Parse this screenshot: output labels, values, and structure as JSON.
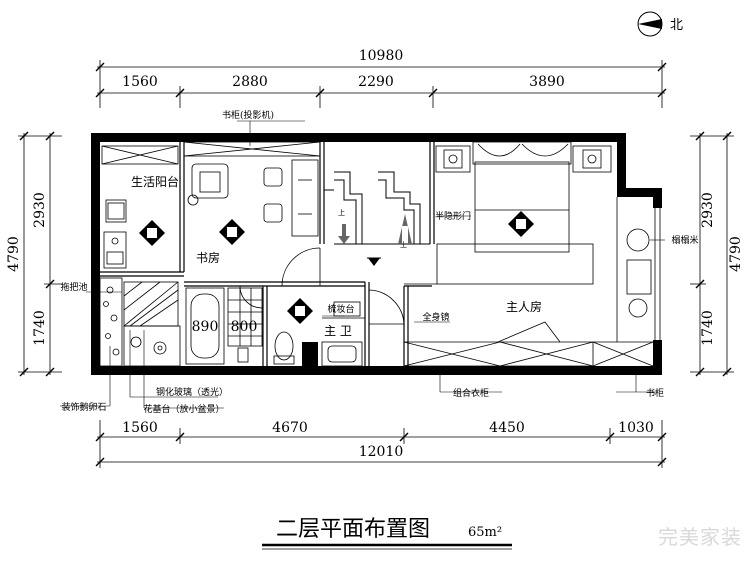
{
  "north_label": "北",
  "dims": {
    "top_total": "10980",
    "top_parts": [
      "1560",
      "2880",
      "2290",
      "3890"
    ],
    "bottom_parts": [
      "1560",
      "4670",
      "4450",
      "1030"
    ],
    "bottom_total": "12010",
    "left_total": "4790",
    "left_parts": [
      "2930",
      "1740"
    ],
    "right_total": "4790",
    "right_parts": [
      "2930",
      "1740"
    ],
    "bath_widths": [
      "890",
      "800"
    ]
  },
  "rooms": {
    "balcony": "生活阳台",
    "study": "书房",
    "master": "主人房",
    "bath": "主 卫"
  },
  "labels": {
    "bookcase_projector": "书柜(投影机)",
    "half_hidden_door": "半隐形门",
    "tatami": "榻榻米",
    "mop_sink": "拖把池",
    "vanity": "梳妆台",
    "mirror": "全身镜",
    "combo_wardrobe": "组合衣柜",
    "bookcase": "书柜",
    "decor_stone": "装饰鹅卵石",
    "glass_skylight": "钢化玻璃（透光）",
    "planter": "花基台（放小盆景）"
  },
  "title": "二层平面布置图",
  "area": "65m²",
  "watermark": "完美家装"
}
